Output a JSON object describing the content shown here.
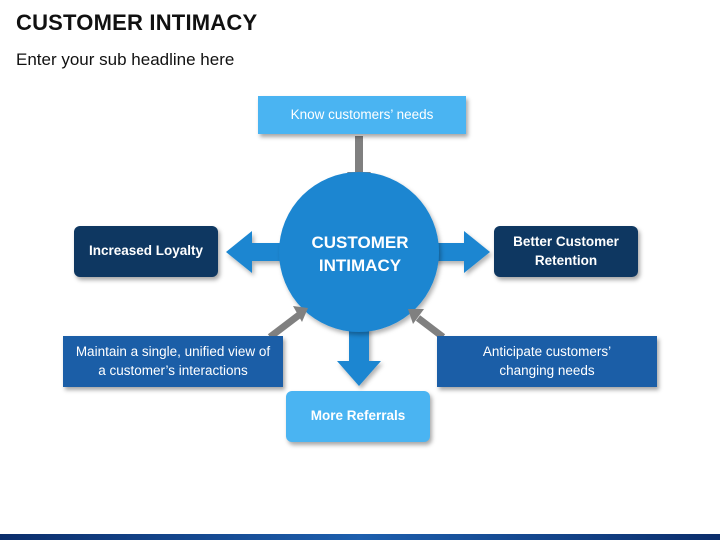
{
  "title": "CUSTOMER INTIMACY",
  "subtitle": "Enter your sub headline here",
  "diagram": {
    "center": "CUSTOMER INTIMACY",
    "top_box": "Know customers’ needs",
    "left_box": "Increased Loyalty",
    "right_box": "Better Customer Retention",
    "bottom_left_box": "Maintain a single, unified view of a customer’s interactions",
    "bottom_right_box": "Anticipate customers’ changing needs",
    "bottom_box": "More Referrals"
  },
  "colors": {
    "circle": "#1b86d1",
    "light_box": "#4ab4f2",
    "dark_box": "#0e3761",
    "mid_box": "#1b5ea7",
    "gray_arrow": "#808080"
  }
}
